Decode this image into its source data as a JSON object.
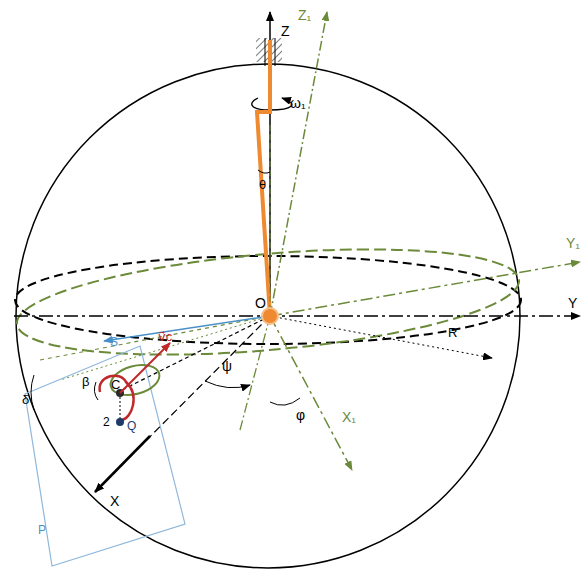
{
  "diagram": {
    "labels": [
      "Z₁",
      "Z",
      "ω₁",
      "θ",
      "Y₁",
      "Y",
      "O",
      "S",
      "R",
      "δ",
      "β",
      "C",
      "v⃗c",
      "2",
      "Q",
      "ψ",
      "φ",
      "X",
      "X₁",
      "P"
    ]
  }
}
